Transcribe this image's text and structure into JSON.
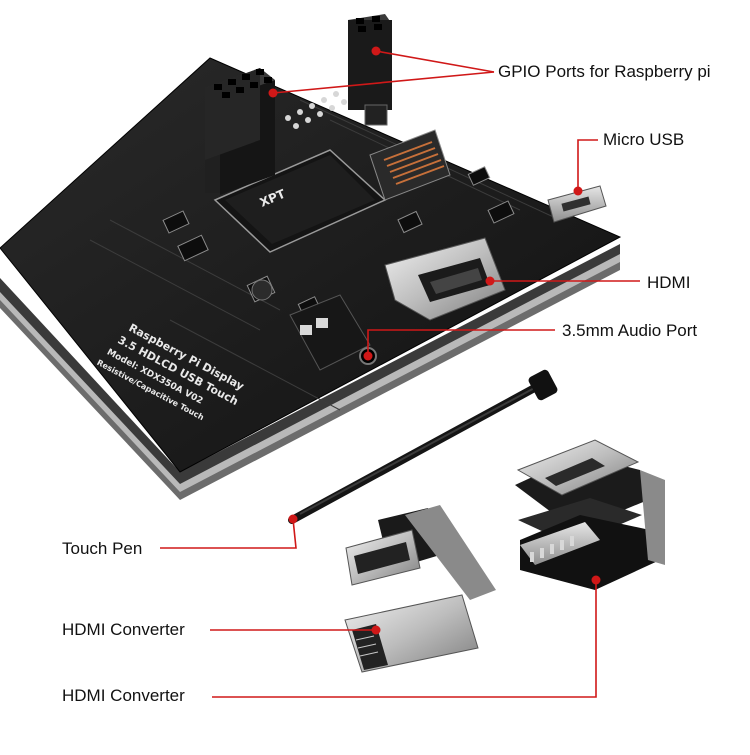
{
  "colors": {
    "pointer": "#d01818",
    "board": "#1b1b1b",
    "metal": "#c8c8c8",
    "label": "#111111"
  },
  "callouts": {
    "gpio": "GPIO Ports for Raspberry pi",
    "micro_usb": "Micro  USB",
    "hdmi": "HDMI",
    "audio": "3.5mm Audio Port",
    "touch_pen": "Touch Pen",
    "hdmi_converter_1": "HDMI Converter",
    "hdmi_converter_2": "HDMI Converter"
  },
  "board_print": {
    "line1": "Raspberry   Pi Display",
    "line2": "3.5  HDLCD  USB  Touch",
    "line3": "Model: XDX350A V02",
    "line4": "Resistive/Capacitive Touch",
    "chip_brand": "XPT"
  }
}
